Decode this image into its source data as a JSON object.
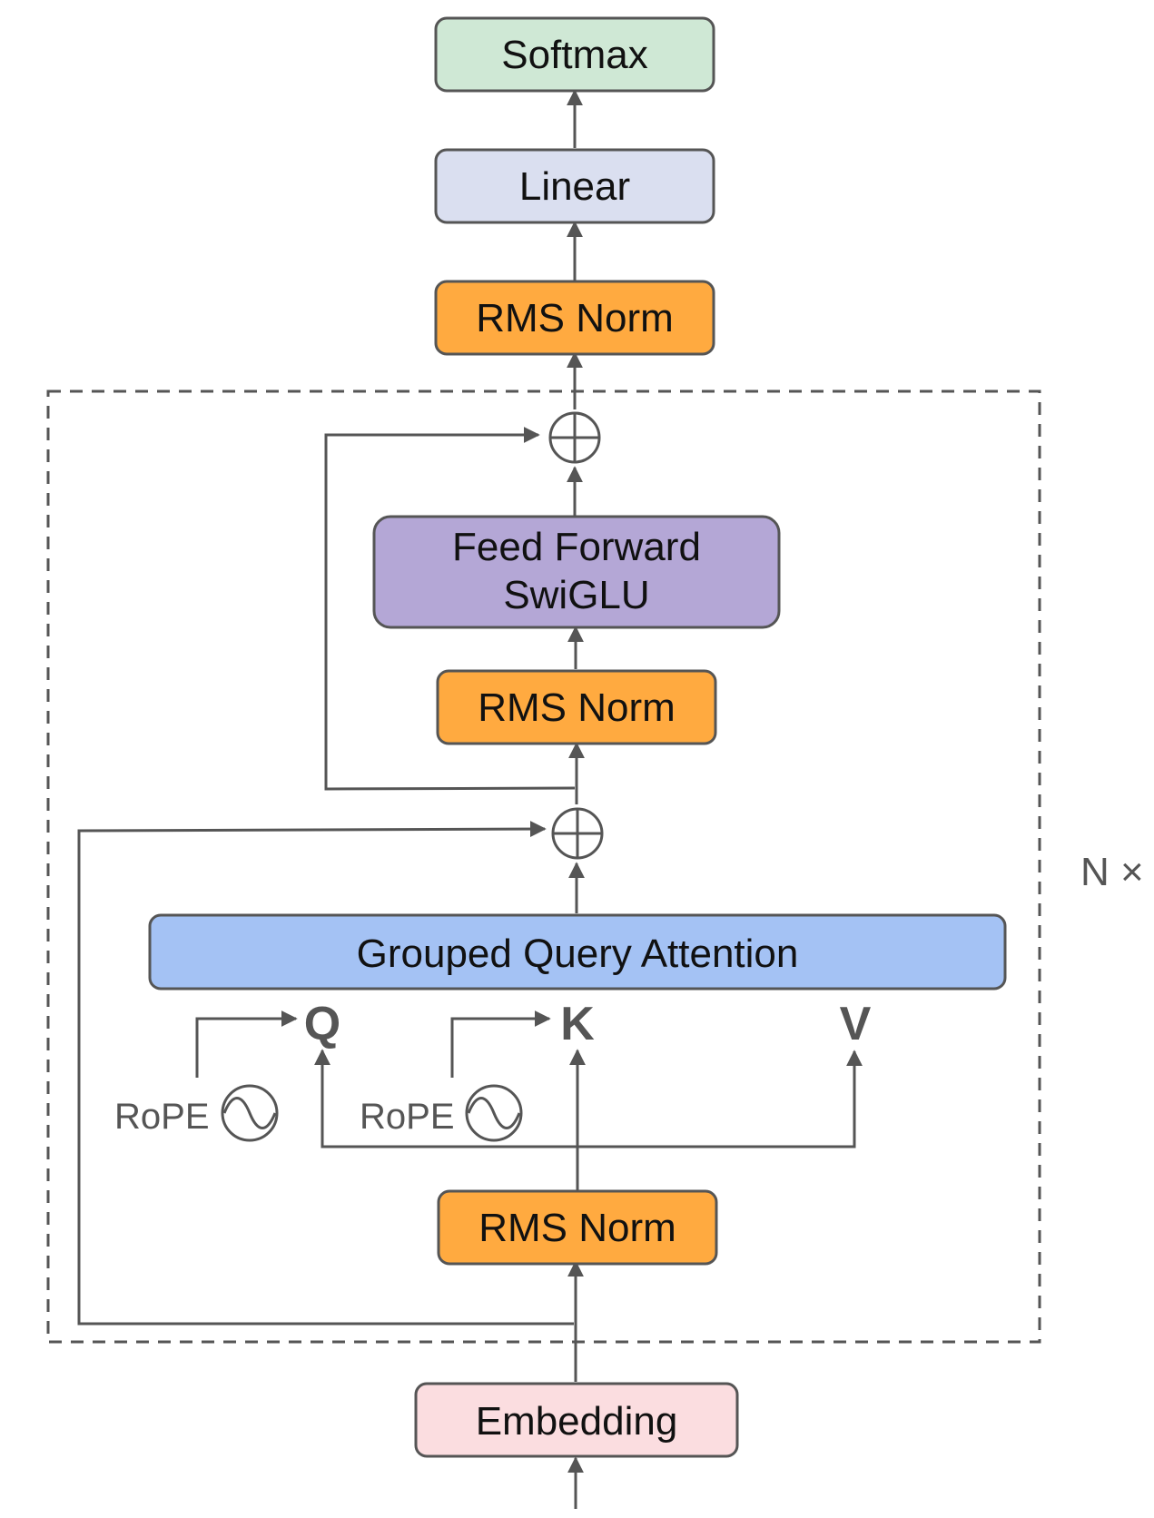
{
  "colors": {
    "softmax": "#cfe8d5",
    "linear": "#dadff0",
    "rms_norm": "#ffaa40",
    "feed_forward": "#b4a7d6",
    "attention": "#a4c2f4",
    "embedding": "#fbdde0",
    "line": "#555555",
    "text": "#111111"
  },
  "blocks": {
    "softmax": "Softmax",
    "linear": "Linear",
    "rms_norm_top": "RMS Norm",
    "feed_forward_line1": "Feed Forward",
    "feed_forward_line2": "SwiGLU",
    "rms_norm_mid": "RMS Norm",
    "attention": "Grouped Query Attention",
    "rms_norm_bottom": "RMS Norm",
    "embedding": "Embedding"
  },
  "inputs": {
    "q": "Q",
    "k": "K",
    "v": "V"
  },
  "rope": {
    "q_label": "RoPE",
    "k_label": "RoPE",
    "icon": "sine-wave-circle-icon"
  },
  "repeat_label": "N ×",
  "add_icon": "circle-plus-icon"
}
